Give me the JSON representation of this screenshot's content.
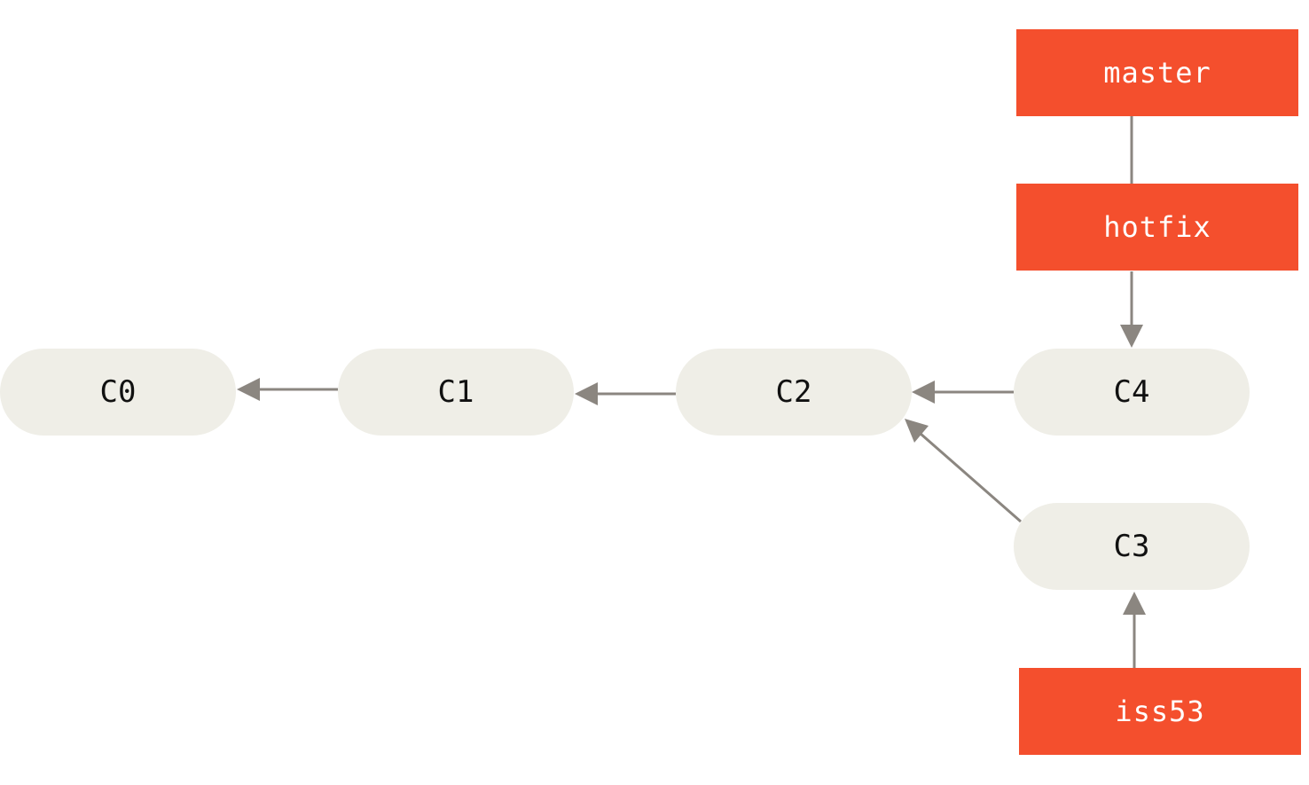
{
  "colors": {
    "commit_fill": "#efeee7",
    "branch_fill": "#f44f2d",
    "arrow": "#8b8680",
    "commit_text": "#111111",
    "branch_text": "#ffffff"
  },
  "commits": {
    "c0": "C0",
    "c1": "C1",
    "c2": "C2",
    "c3": "C3",
    "c4": "C4"
  },
  "branches": {
    "master": "master",
    "hotfix": "hotfix",
    "iss53": "iss53"
  }
}
